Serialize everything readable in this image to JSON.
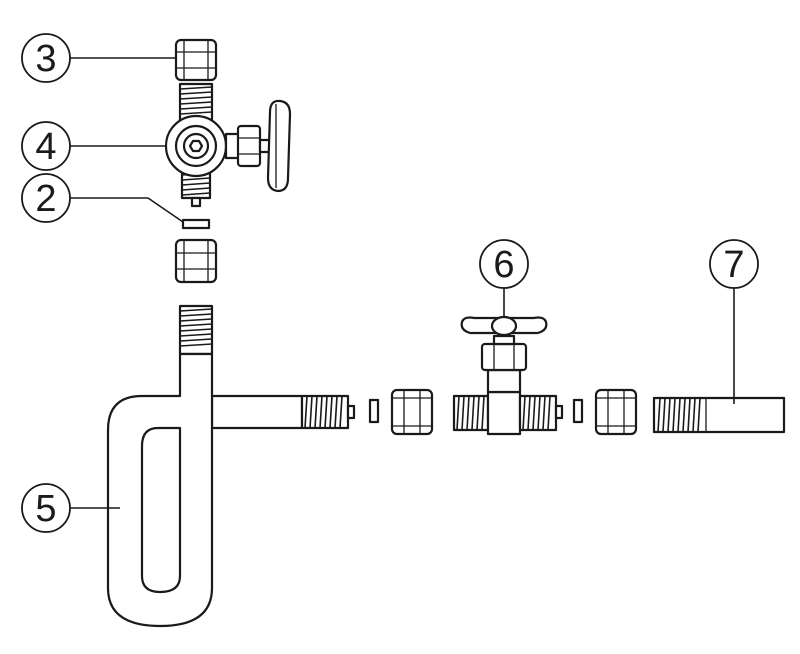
{
  "callouts": {
    "c3": "3",
    "c4": "4",
    "c2": "2",
    "c5": "5",
    "c6": "6",
    "c7": "7"
  },
  "colors": {
    "line": "#1a1a1a",
    "background": "#ffffff"
  }
}
